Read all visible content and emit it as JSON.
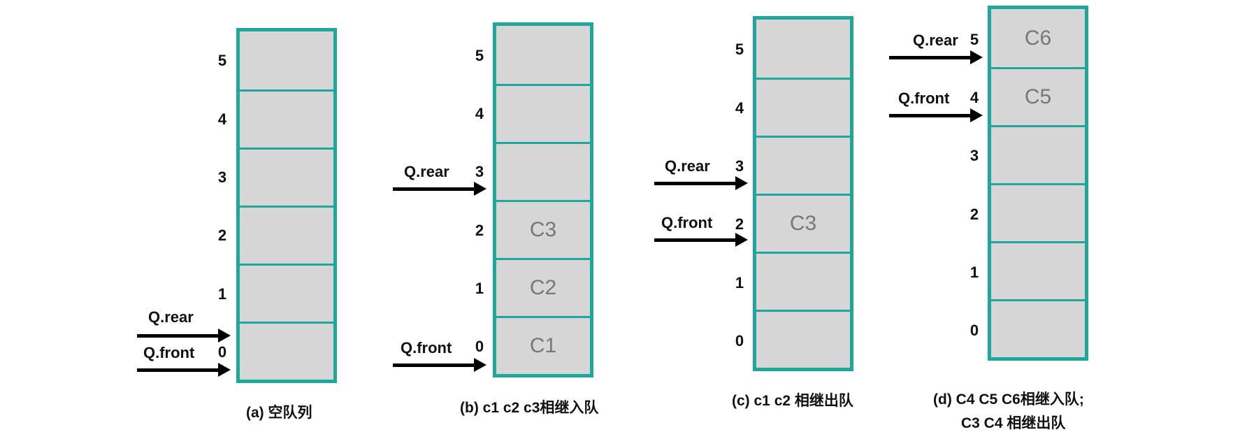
{
  "panels": {
    "a": {
      "indices": [
        "5",
        "4",
        "3",
        "2",
        "1",
        "0"
      ],
      "cells": [
        "",
        "",
        "",
        "",
        "",
        ""
      ],
      "rear_label": "Q.rear",
      "front_label": "Q.front",
      "caption": "(a) 空队列"
    },
    "b": {
      "indices": [
        "5",
        "4",
        "3",
        "2",
        "1",
        "0"
      ],
      "cells": [
        "",
        "",
        "",
        "C3",
        "C2",
        "C1"
      ],
      "rear_label": "Q.rear",
      "front_label": "Q.front",
      "caption": "(b) c1 c2 c3相继入队"
    },
    "c": {
      "indices": [
        "5",
        "4",
        "3",
        "2",
        "1",
        "0"
      ],
      "cells": [
        "",
        "",
        "",
        "C3",
        "",
        ""
      ],
      "rear_label": "Q.rear",
      "front_label": "Q.front",
      "caption": "(c) c1 c2 相继出队"
    },
    "d": {
      "indices": [
        "5",
        "4",
        "3",
        "2",
        "1",
        "0"
      ],
      "cells": [
        "C6",
        "C5",
        "",
        "",
        "",
        ""
      ],
      "rear_label": "Q.rear",
      "front_label": "Q.front",
      "caption_line1": "(d) C4 C5 C6相继入队;",
      "caption_line2": "C3 C4 相继出队"
    }
  },
  "colors": {
    "border": "#1ea79a",
    "cell_fill": "#d6d6d6",
    "cell_text": "#777777"
  }
}
